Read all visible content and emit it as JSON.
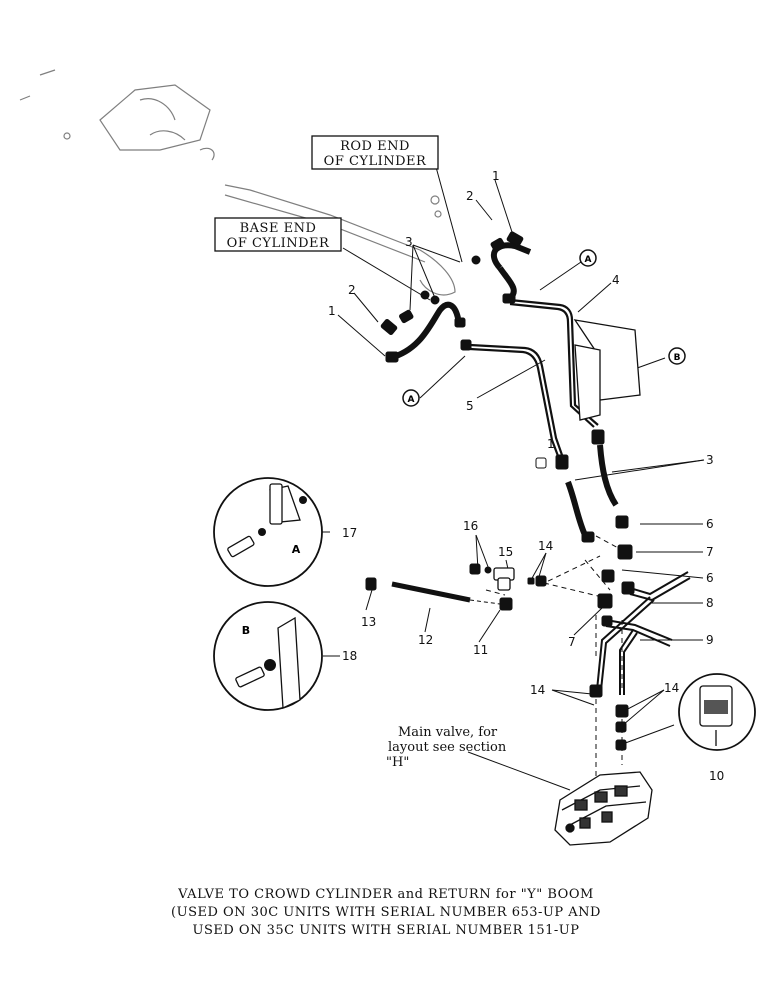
{
  "labels": {
    "rod_end": [
      "ROD END",
      "OF CYLINDER"
    ],
    "base_end": [
      "BASE END",
      "OF CYLINDER"
    ],
    "main_valve_note": [
      "Main valve, for",
      "layout see section",
      "\"H\""
    ],
    "view_a": "A",
    "view_b": "B"
  },
  "callouts": {
    "c1_top": "1",
    "c1_left": "1",
    "c1_mid": "1",
    "c2_top": "2",
    "c2_left": "2",
    "c3_top": "3",
    "c3_right": "3",
    "c4": "4",
    "c5": "5",
    "c6_a": "6",
    "c6_b": "6",
    "c7_a": "7",
    "c7_b": "7",
    "c8": "8",
    "c9": "9",
    "c10": "10",
    "c11": "11",
    "c12": "12",
    "c13": "13",
    "c14_a": "14",
    "c14_b": "14",
    "c14_c": "14",
    "c15": "15",
    "c16": "16",
    "c17": "17",
    "c18": "18",
    "ref_a1": "A",
    "ref_a2": "A",
    "ref_b": "B"
  },
  "caption": [
    "VALVE TO CROWD CYLINDER and RETURN for \"Y\" BOOM",
    "(USED ON 30C UNITS WITH SERIAL NUMBER 653-UP AND",
    "USED ON 35C UNITS WITH SERIAL NUMBER 151-UP"
  ]
}
